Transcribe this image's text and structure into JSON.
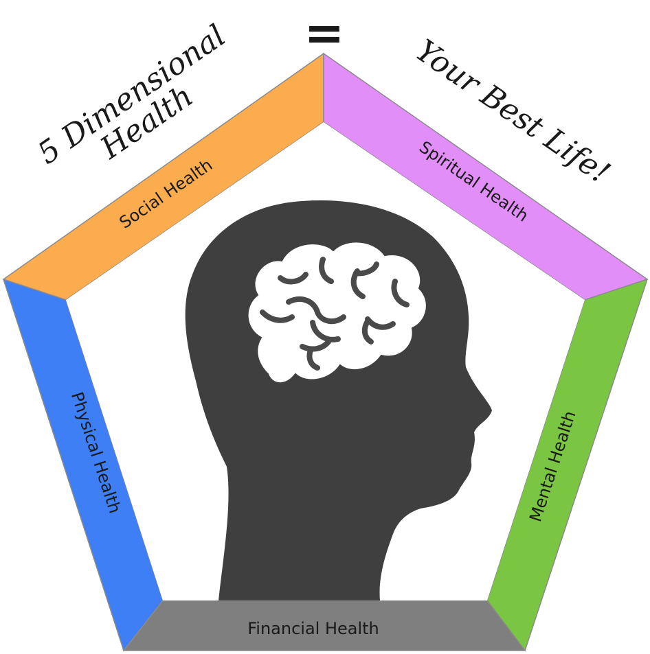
{
  "title": {
    "left_line1": "5 Dimensional",
    "left_line2": "Health",
    "equals": "=",
    "right": "Your Best Life!"
  },
  "dimensions": {
    "social": {
      "label": "Social Health",
      "color": "#FBAC4F"
    },
    "spiritual": {
      "label": "Spiritual Health",
      "color": "#E28EF8"
    },
    "mental": {
      "label": "Mental Health",
      "color": "#7AC542"
    },
    "financial": {
      "label": "Financial Health",
      "color": "#7F7F7F"
    },
    "physical": {
      "label": "Physical Health",
      "color": "#3F7FF5"
    }
  },
  "center": {
    "icon": "head-with-brain-icon",
    "head_color": "#3F3F3F",
    "brain_color": "#FFFFFF"
  }
}
